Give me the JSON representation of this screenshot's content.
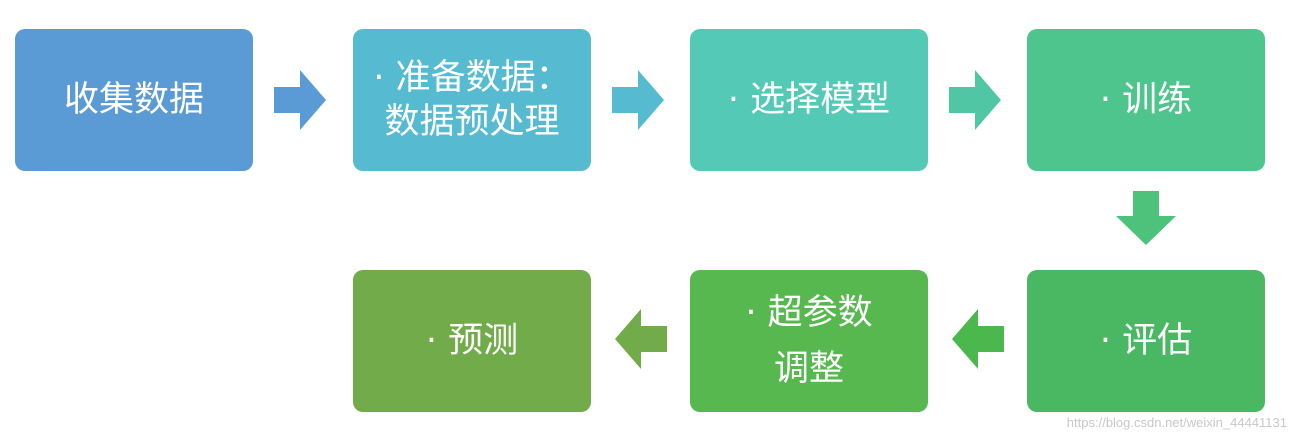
{
  "steps": [
    {
      "lines": [
        "收集数据"
      ]
    },
    {
      "lines": [
        "· 准备数据：",
        "数据预处理"
      ]
    },
    {
      "lines": [
        "· 选择模型"
      ]
    },
    {
      "lines": [
        "· 训练"
      ]
    },
    {
      "lines": [
        "· 评估"
      ]
    },
    {
      "lines": [
        "· 超参数",
        "调整"
      ]
    },
    {
      "lines": [
        "· 预测"
      ]
    }
  ],
  "colors": {
    "step1": "#5b9bd5",
    "step2": "#56bbd0",
    "step3": "#53c9b6",
    "step4": "#4fc58e",
    "step5": "#4ab862",
    "step6": "#56b84e",
    "step7": "#72ab49"
  },
  "watermark": "https://blog.csdn.net/weixin_44441131"
}
